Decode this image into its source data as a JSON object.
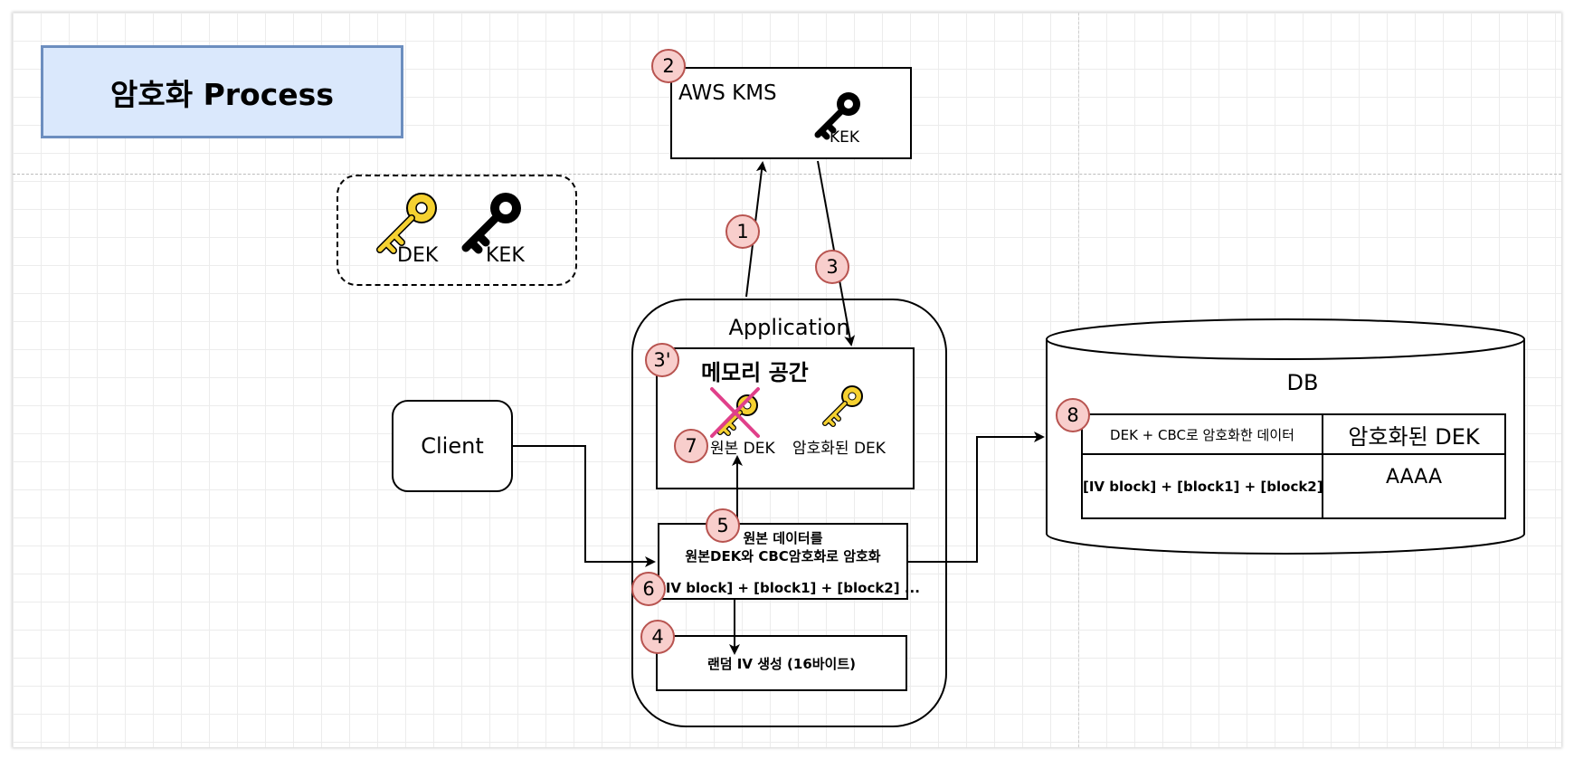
{
  "title": "암호화 Process",
  "legend": {
    "dek_label": "DEK",
    "kek_label": "KEK"
  },
  "kms": {
    "title": "AWS KMS",
    "key_label": "KEK"
  },
  "application": {
    "label": "Application",
    "memory": {
      "title": "메모리 공간",
      "original_dek_label": "원본 DEK",
      "encrypted_dek_label": "암호화된 DEK"
    },
    "encrypt_box": {
      "line1": "원본 데이터를",
      "line2": "원본DEK와 CBC암호화로 암호화",
      "line3": "[IV block] + [block1] + [block2] ..."
    },
    "iv_box": "랜덤 IV 생성 (16바이트)"
  },
  "client": "Client",
  "db": {
    "label": "DB",
    "headers": [
      "DEK + CBC로 암호화한 데이터",
      "암호화된 DEK"
    ],
    "row": [
      "[IV block] + [block1] + [block2] ...",
      "AAAA"
    ]
  },
  "steps": [
    "1",
    "2",
    "3",
    "3'",
    "4",
    "5",
    "6",
    "7",
    "8"
  ],
  "colors": {
    "title_fill": "#dae8fc",
    "title_border": "#6c8ebf",
    "badge_fill": "#f8cecc",
    "badge_border": "#b85450",
    "dek_key": "#f5d130",
    "kek_key": "#000000",
    "strike": "#e0408a"
  }
}
